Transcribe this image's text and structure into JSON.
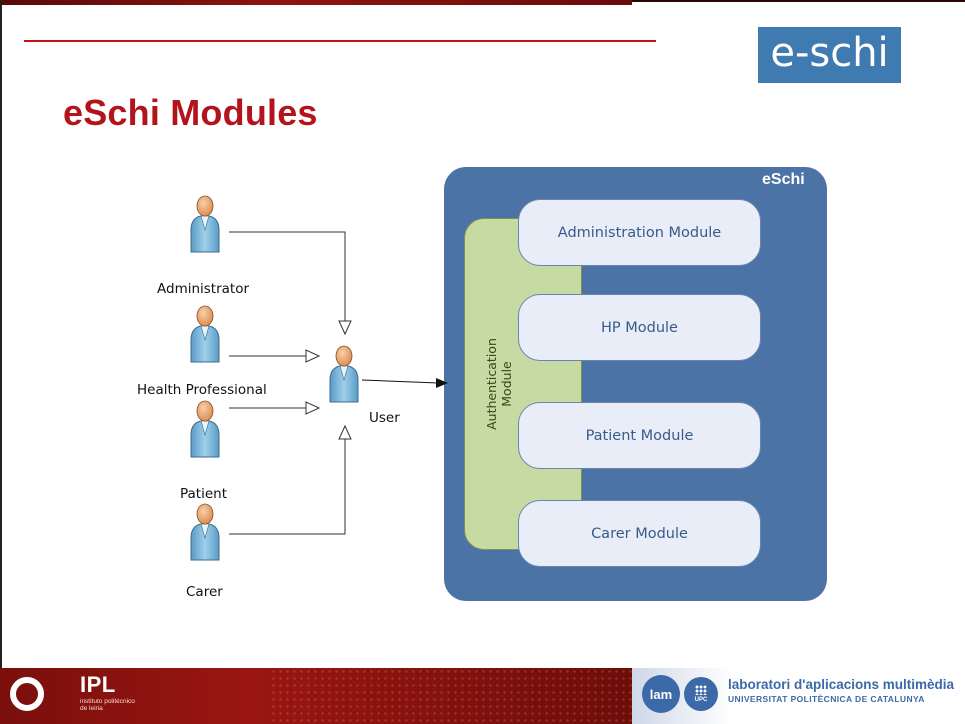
{
  "slide": {
    "title": "eSchi Modules",
    "logo": "e-schi"
  },
  "diagram": {
    "system_label": "eSchi",
    "auth_module_line1": "Authentication",
    "auth_module_line2": "Module",
    "modules": [
      {
        "label": "Administration Module"
      },
      {
        "label": "HP Module"
      },
      {
        "label": "Patient Module"
      },
      {
        "label": "Carer Module"
      }
    ],
    "actors": [
      {
        "label": "Administrator"
      },
      {
        "label": "Health Professional"
      },
      {
        "label": "Patient"
      },
      {
        "label": "Carer"
      }
    ],
    "user_actor": {
      "label": "User"
    },
    "colors": {
      "system_box": "#4b73a5",
      "auth_panel": "#c7daa3",
      "module_fill": "#e8edf7",
      "title_red": "#b3141c",
      "actor_body": "#86bfdc",
      "actor_head": "#f1b37d"
    }
  },
  "footer": {
    "ipl_name": "IPL",
    "ipl_sub": "instituto politécnico de leiria",
    "lam_logo": "lam",
    "upc_logo": "UPC",
    "lab_title": "laboratori d'aplicacions multimèdia",
    "lab_subtitle": "UNIVERSITAT POLITÈCNICA DE CATALUNYA"
  }
}
